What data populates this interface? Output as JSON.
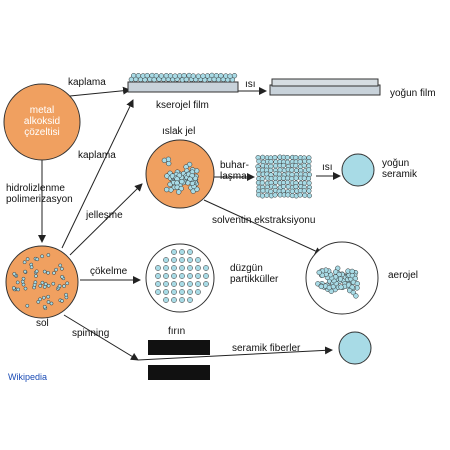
{
  "labels": {
    "metal_alkoksid": [
      "metal",
      "alkoksid",
      "çözeltisi"
    ],
    "kaplama_top": "kaplama",
    "kaplama_mid": "kaplama",
    "kserojel_film": "kserojel film",
    "isi_top": "ısı",
    "yogun_film": "yoğun film",
    "islak_jel": "ıslak jel",
    "buharlasma": [
      "buhar-",
      "laşma"
    ],
    "isi_mid": "ısı",
    "yogun_seramik": [
      "yoğun",
      "seramik"
    ],
    "hidrolizlenme": [
      "hidrolizlenme",
      "polimerizasyon"
    ],
    "jellesme": "jelleşme",
    "solventin": "solventin ekstraksiyonu",
    "aerojel": "aerojel",
    "cokelme": "çökelme",
    "duzgun": [
      "düzgün",
      "partikküller"
    ],
    "sol": "sol",
    "spinning": "spinning",
    "firin": "fırın",
    "seramik_fiberler": "seramik fiberler",
    "wikipedia": "Wikipedia"
  },
  "colors": {
    "orange": "#f0a060",
    "light_blue": "#a8dbe6",
    "film_gray": "#c8d2da",
    "arrow": "#222222",
    "link": "#1a4bb5"
  }
}
